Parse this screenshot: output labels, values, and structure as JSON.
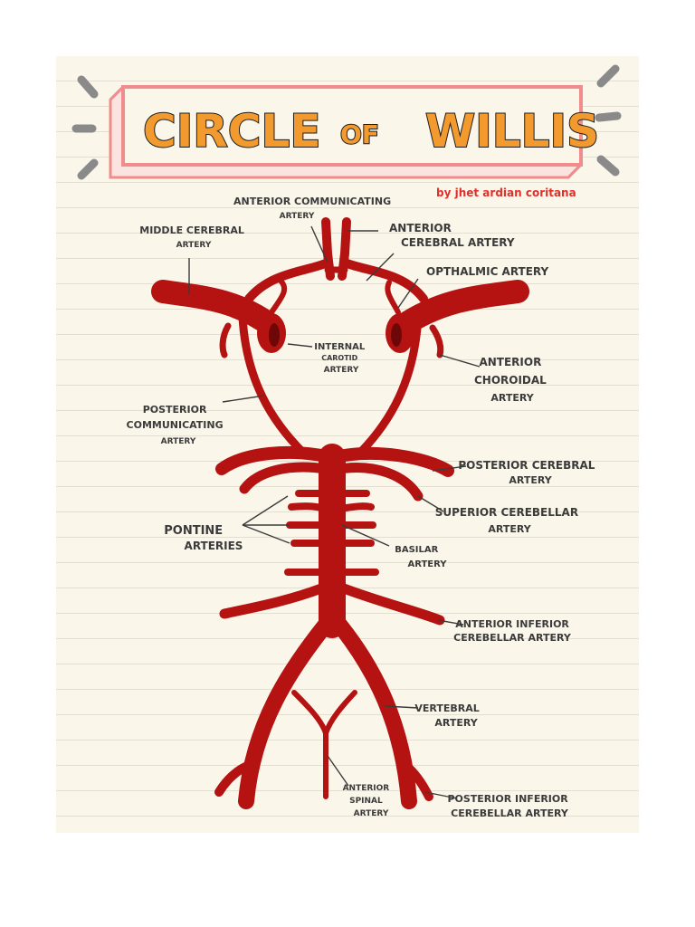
{
  "title": {
    "word1": "CIRCLE",
    "word2": "OF",
    "word3": "WILLIS"
  },
  "author": "by jhet ardian coritana",
  "labels": {
    "anterior_communicating": [
      "ANTERIOR COMMUNICATING",
      "ARTERY"
    ],
    "anterior_cerebral": [
      "ANTERIOR",
      "CEREBRAL ARTERY"
    ],
    "middle_cerebral": [
      "MIDDLE CEREBRAL",
      "ARTERY"
    ],
    "ophthalmic": [
      "OPTHALMIC ARTERY"
    ],
    "internal_carotid": [
      "INTERNAL",
      "CAROTID",
      "ARTERY"
    ],
    "anterior_choroidal": [
      "ANTERIOR",
      "CHOROIDAL",
      "ARTERY"
    ],
    "posterior_communicating": [
      "POSTERIOR",
      "COMMUNICATING",
      "ARTERY"
    ],
    "posterior_cerebral": [
      "POSTERIOR CEREBRAL",
      "ARTERY"
    ],
    "superior_cerebellar": [
      "SUPERIOR CEREBELLAR",
      "ARTERY"
    ],
    "pontine": [
      "PONTINE",
      "ARTERIES"
    ],
    "basilar": [
      "BASILAR",
      "ARTERY"
    ],
    "anterior_inferior_cerebellar": [
      "ANTERIOR INFERIOR",
      "CEREBELLAR ARTERY"
    ],
    "vertebral": [
      "VERTEBRAL",
      "ARTERY"
    ],
    "anterior_spinal": [
      "ANTERIOR",
      "SPINAL",
      "ARTERY"
    ],
    "posterior_inferior_cerebellar": [
      "POSTERIOR INFERIOR",
      "CEREBELLAR ARTERY"
    ]
  },
  "colors": {
    "artery": "#b51212",
    "artery_dark": "#6e0808",
    "title_fill": "#f29a2e",
    "frame": "#f08c8c",
    "author": "#e0302a",
    "accent_dashes": "#8a8a8a"
  }
}
